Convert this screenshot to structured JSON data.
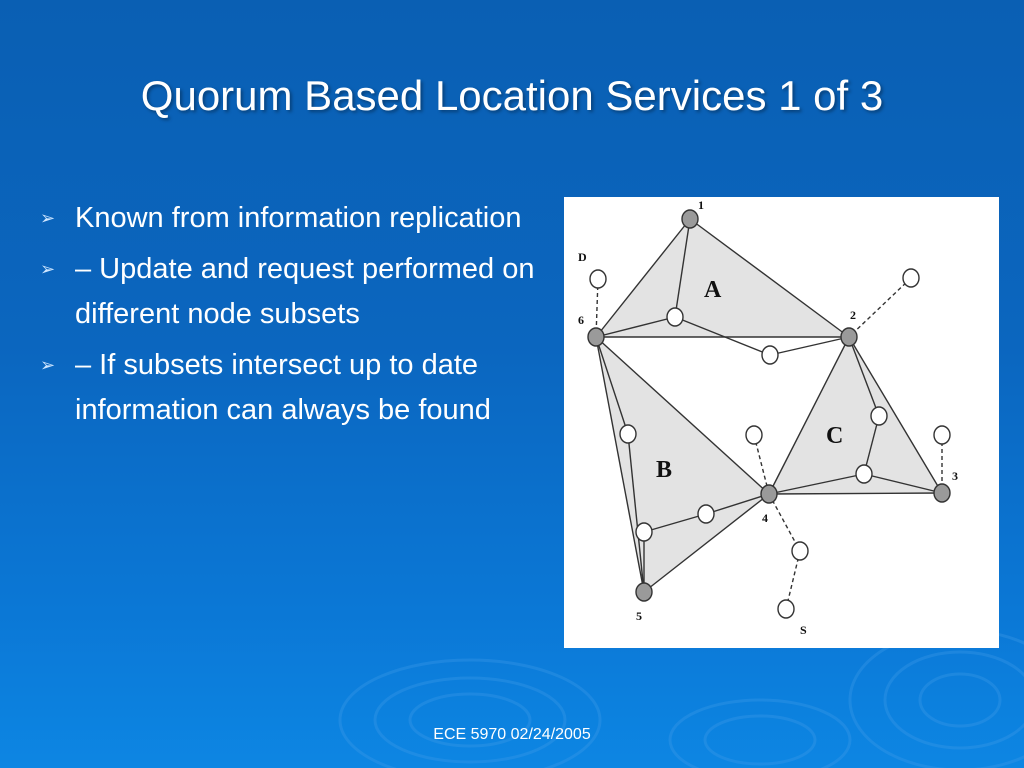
{
  "slide": {
    "title": "Quorum Based Location Services 1 of 3",
    "bullets": [
      "Known from information replication",
      "– Update and request performed on different node subsets",
      "– If subsets intersect up to date information can always be found"
    ],
    "footer": "ECE 5970  02/24/2005"
  },
  "diagram": {
    "region_labels": [
      "A",
      "B",
      "C"
    ],
    "node_labels": [
      "1",
      "2",
      "3",
      "4",
      "5",
      "6",
      "D",
      "S"
    ]
  },
  "colors": {
    "background": "#0b66bf",
    "region_fill": "#e3e3e3",
    "quorum_node": "#9a9a9a",
    "plain_node": "#ffffff"
  }
}
